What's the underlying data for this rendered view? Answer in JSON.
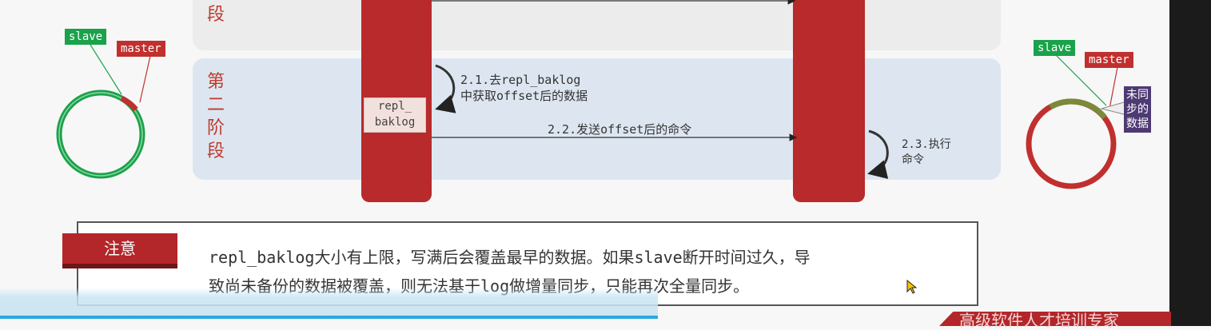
{
  "stage1": {
    "partial_label": "段"
  },
  "stage2": {
    "label_chars": [
      "第",
      "二",
      "阶",
      "段"
    ]
  },
  "left_ring": {
    "slave_label": "slave",
    "master_label": "master"
  },
  "right_ring": {
    "slave_label": "slave",
    "master_label": "master",
    "unsynced_label": [
      "未同",
      "步的",
      "数据"
    ]
  },
  "repl_box": {
    "line1": "repl_",
    "line2": "baklog"
  },
  "steps": {
    "s21_line1": "2.1.去repl_baklog",
    "s21_line2": "中获取offset后的数据",
    "s22": "2.2.发送offset后的命令",
    "s23_line1": "2.3.执行",
    "s23_line2": "命令"
  },
  "note": {
    "label": "注意",
    "line1": "repl_baklog大小有上限，写满后会覆盖最早的数据。如果slave断开时间过久，导",
    "line2": "致尚未备份的数据被覆盖，则无法基于log做增量同步，只能再次全量同步。"
  },
  "footer": {
    "text": "高级软件人才培训专家"
  },
  "colors": {
    "accent_red": "#b82a2b",
    "slave_green": "#1aa24a",
    "unsynced_purple": "#4e3a73",
    "panel_blue": "#dde6f0"
  }
}
